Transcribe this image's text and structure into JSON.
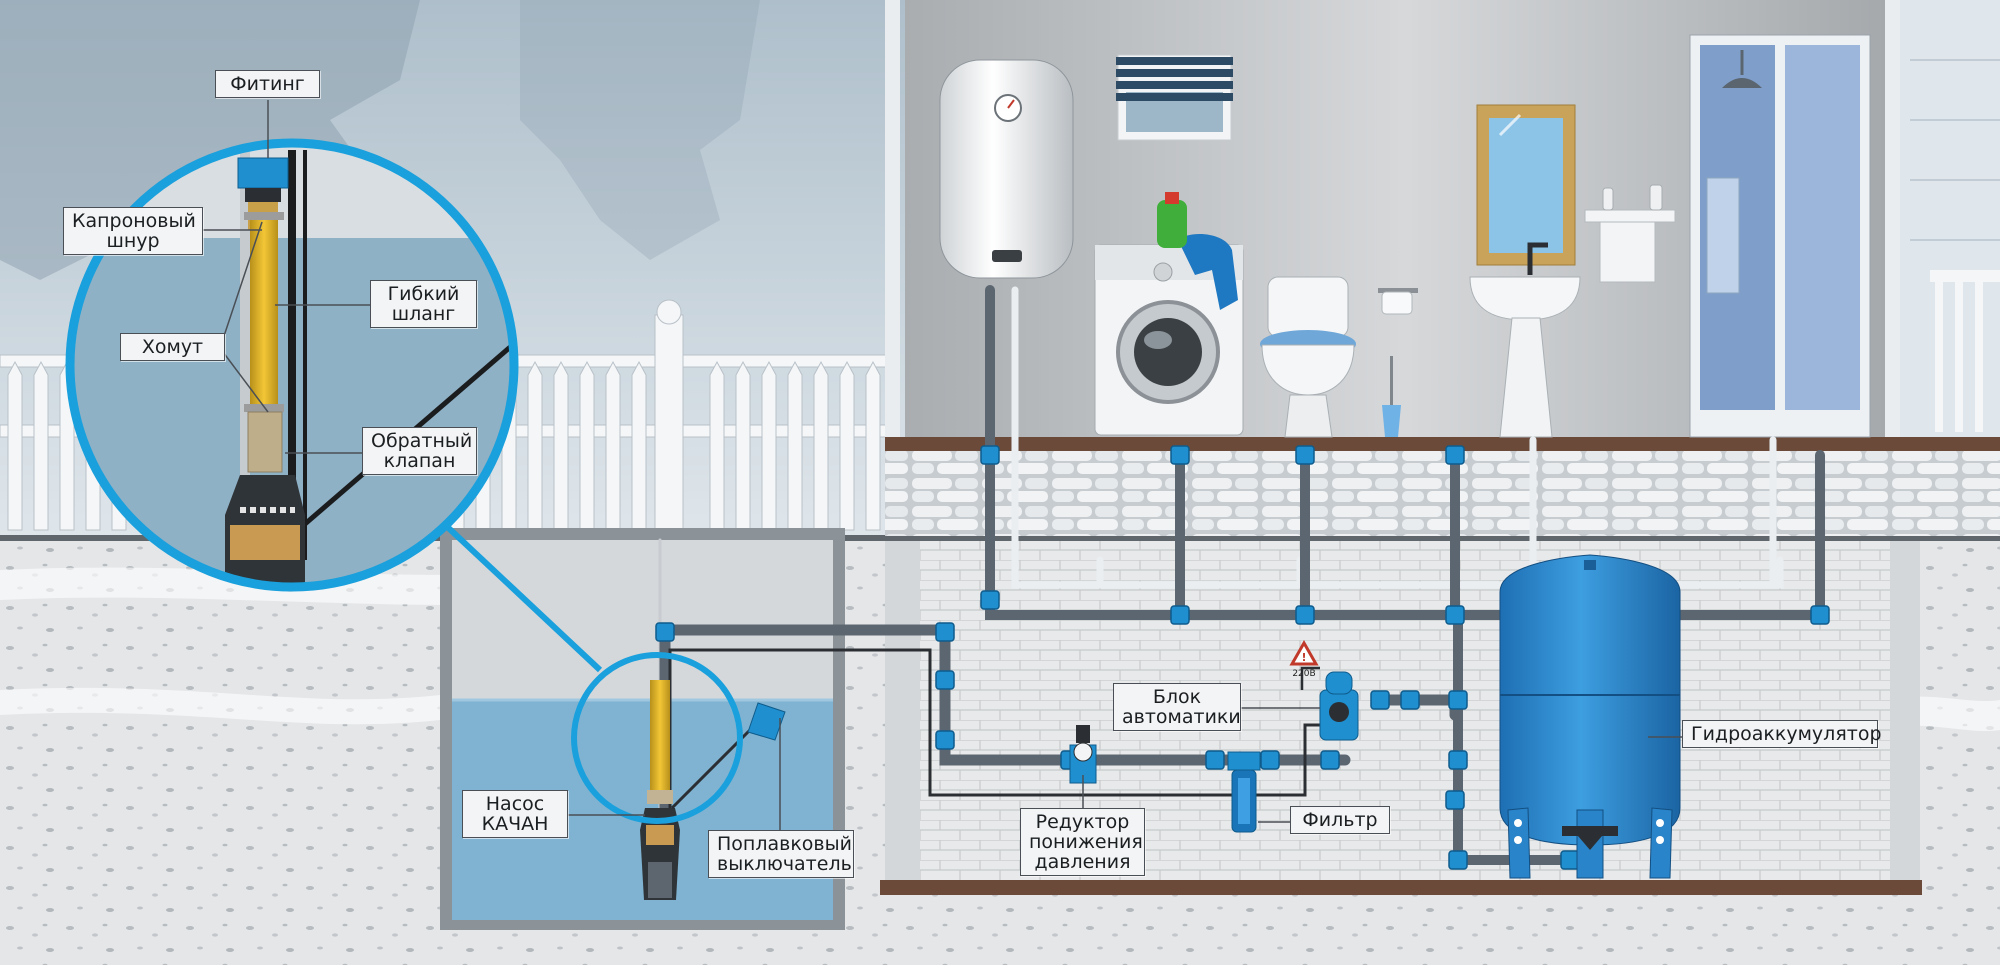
{
  "labels": {
    "fitting": "Фитинг",
    "nylon_cord": [
      "Капроновый",
      "шнур"
    ],
    "flexible_hose": [
      "Гибкий",
      "шланг"
    ],
    "clamp": "Хомут",
    "check_valve": [
      "Обратный",
      "клапан"
    ],
    "pump": [
      "Насос",
      "КАЧАН"
    ],
    "float_switch": [
      "Поплавковый",
      "выключатель"
    ],
    "automation_unit": [
      "Блок",
      "автоматики"
    ],
    "pressure_reducer": [
      "Редуктор",
      "понижения",
      "давления"
    ],
    "filter": "Фильтр",
    "accumulator": "Гидроаккумулятор",
    "voltage_sign": "220В"
  },
  "colors": {
    "pipe_blue": "#1f8fd0",
    "pipe_grey": "#5c6670",
    "tank_blue": "#2a84c9",
    "water": "#7fb3d1",
    "ground": "#d7d9db",
    "floor_brown": "#6b4a3a",
    "zoom_ring": "#1aa0dc"
  },
  "icons": [
    "warning-sign-icon",
    "pressure-gauge-icon"
  ]
}
